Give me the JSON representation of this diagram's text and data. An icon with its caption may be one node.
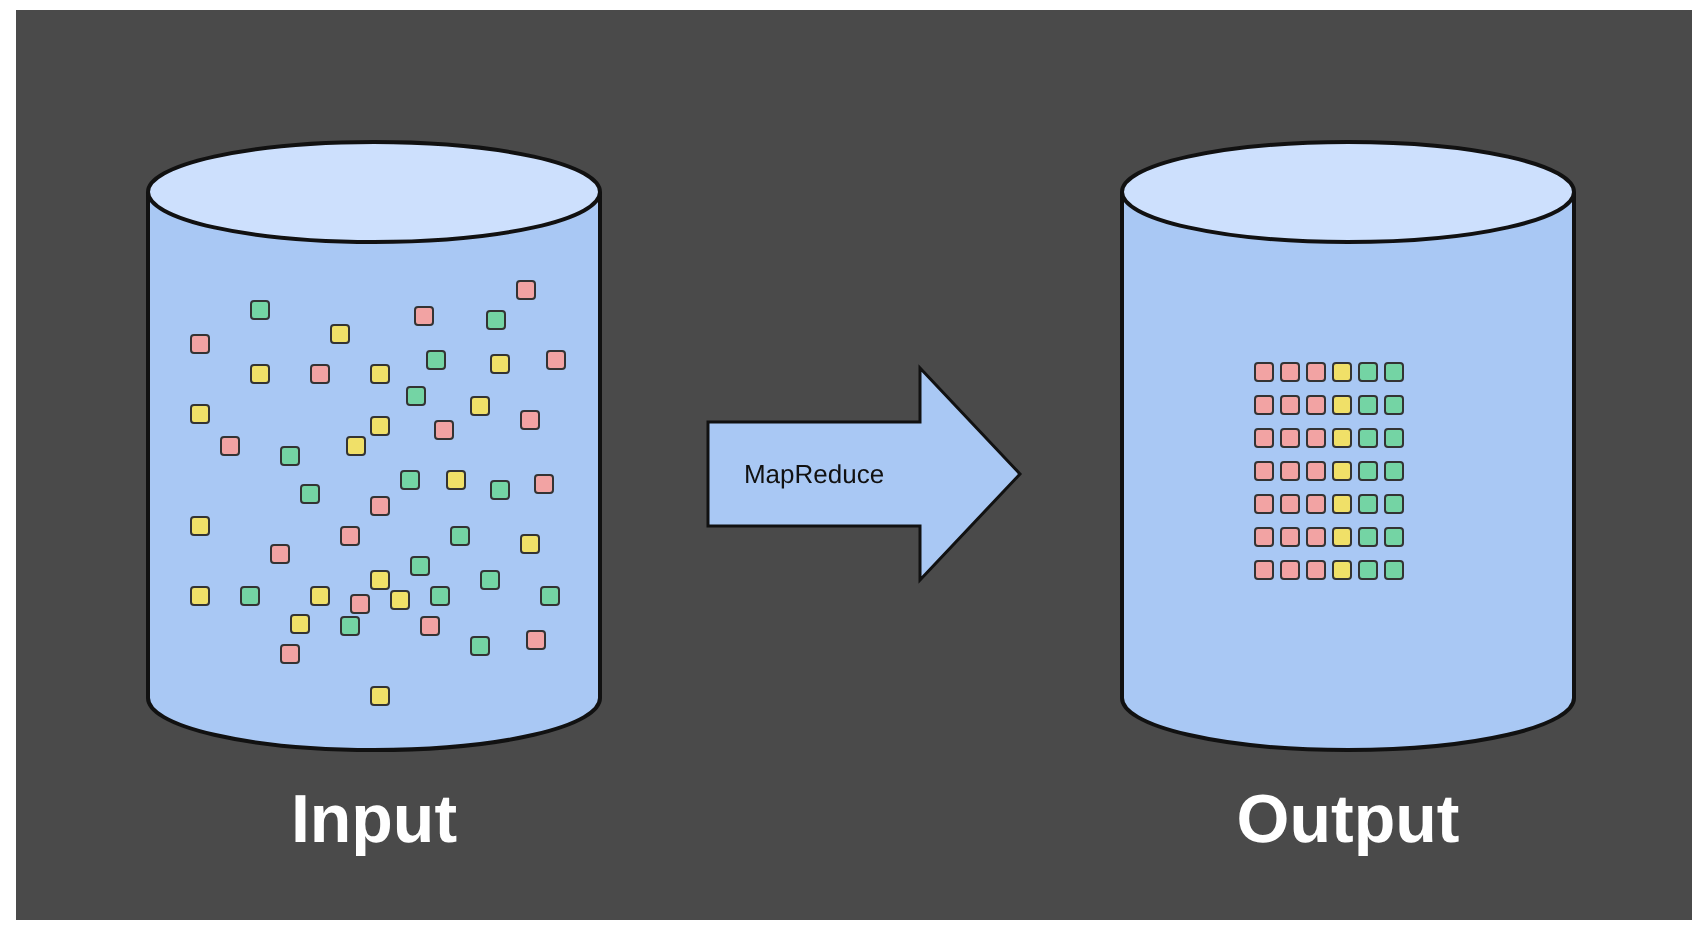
{
  "diagram": {
    "nodes": [
      {
        "text": [
          "Input"
        ]
      },
      {
        "text": [
          "Output"
        ]
      }
    ],
    "edges": [
      {
        "from": 0,
        "to": 1,
        "arrow": "to",
        "label": "MapReduce"
      }
    ]
  }
}
